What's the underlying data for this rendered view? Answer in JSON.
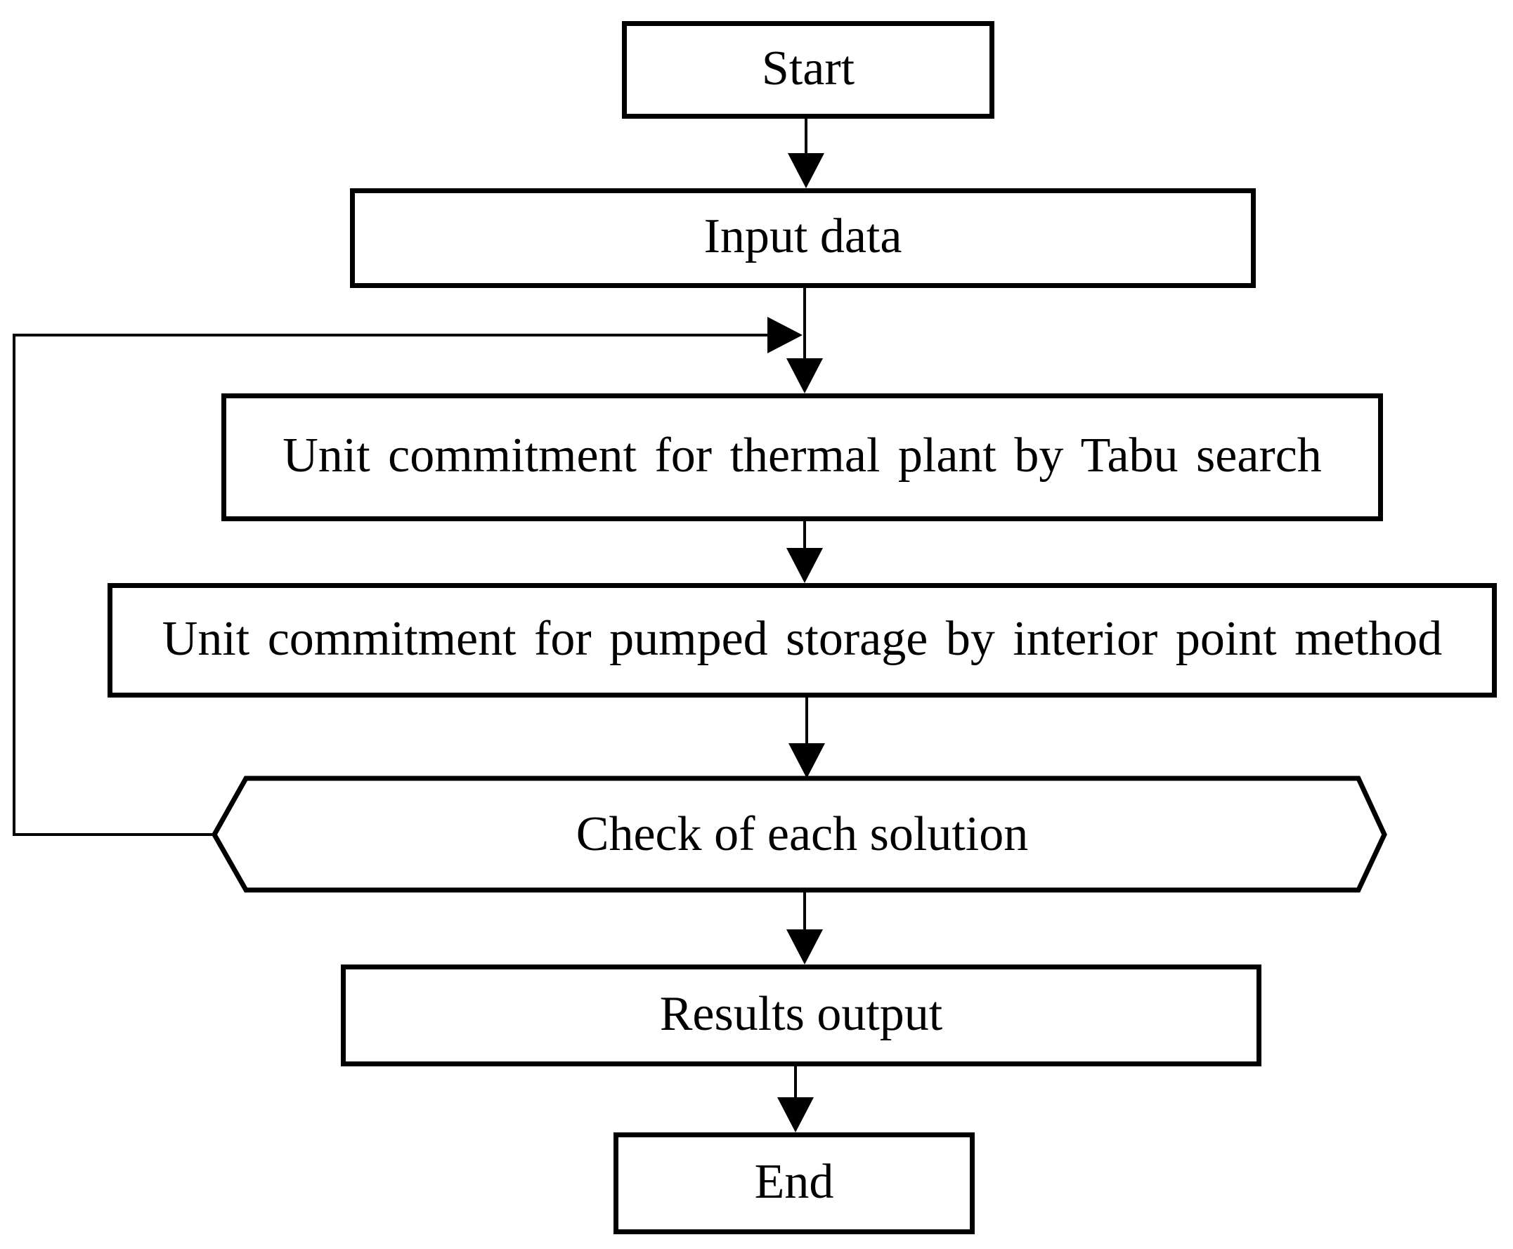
{
  "diagram_type": "flowchart",
  "colors": {
    "stroke": "#000000",
    "background": "#ffffff",
    "text": "#000000"
  },
  "nodes": {
    "start": {
      "label": "Start",
      "shape": "rectangle"
    },
    "input": {
      "label": "Input data",
      "shape": "rectangle"
    },
    "thermal": {
      "label": "Unit commitment for thermal plant by Tabu search",
      "shape": "rectangle"
    },
    "pumped": {
      "label": "Unit commitment for pumped storage by interior point method",
      "shape": "rectangle"
    },
    "check": {
      "label": "Check of each solution",
      "shape": "hexagon"
    },
    "results": {
      "label": "Results output",
      "shape": "rectangle"
    },
    "end": {
      "label": "End",
      "shape": "rectangle"
    }
  },
  "edges": [
    {
      "from": "start",
      "to": "input",
      "style": "arrow-down"
    },
    {
      "from": "input",
      "to": "thermal",
      "style": "arrow-down"
    },
    {
      "from": "thermal",
      "to": "pumped",
      "style": "arrow-down"
    },
    {
      "from": "pumped",
      "to": "check",
      "style": "arrow-down"
    },
    {
      "from": "check",
      "to": "results",
      "style": "arrow-down"
    },
    {
      "from": "results",
      "to": "end",
      "style": "arrow-down"
    },
    {
      "from": "check",
      "to": "thermal",
      "style": "feedback-loop-left"
    }
  ]
}
